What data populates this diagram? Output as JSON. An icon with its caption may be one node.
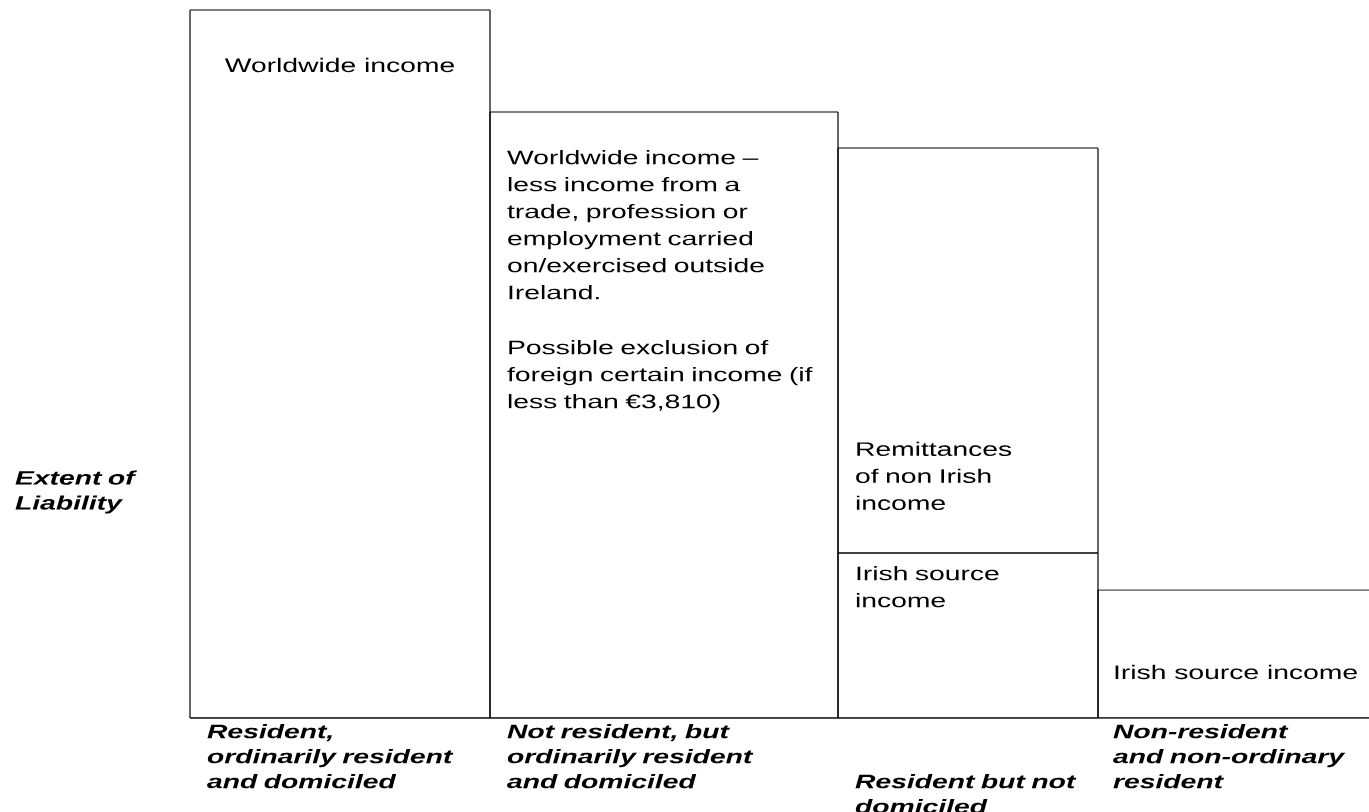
{
  "diagram": {
    "nodes": [
      {
        "text": [
          "Worldwide income"
        ]
      },
      {
        "text": [
          "Worldwide income – less income from a trade, profession or employment carried on/exercised outside Ireland.",
          "Possible exclusion of foreign certain income (if less than €3,810)"
        ]
      },
      {
        "text": [
          "Remittances of non Irish income"
        ]
      },
      {
        "text": [
          "Irish source income"
        ]
      },
      {
        "text": [
          "Irish source income"
        ]
      }
    ],
    "labels": [
      "Extent of Liability",
      "Resident, ordinarily resident and domiciled",
      "Not resident, but ordinarily resident and domiciled",
      "Resident but not domiciled",
      "Non-resident and non-ordinary resident"
    ]
  }
}
